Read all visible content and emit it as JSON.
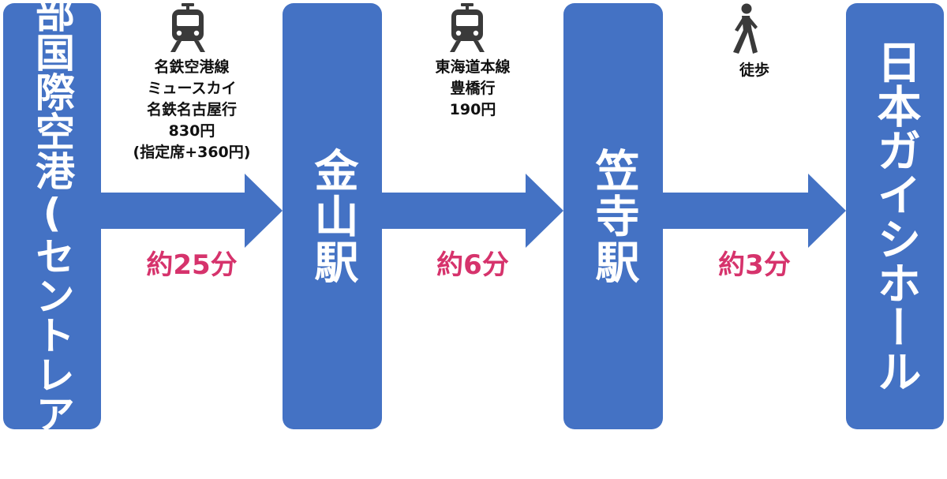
{
  "stations": [
    {
      "name": "中部国際空港(セントレア)"
    },
    {
      "name": "金山駅"
    },
    {
      "name": "笠寺駅"
    },
    {
      "name": "日本ガイシホール"
    }
  ],
  "legs": [
    {
      "mode_icon": "train-icon",
      "info_lines": [
        "名鉄空港線",
        "ミュースカイ",
        "名鉄名古屋行",
        "830円",
        "(指定席+360円)"
      ],
      "duration": "約25分"
    },
    {
      "mode_icon": "train-icon",
      "info_lines": [
        "東海道本線",
        "豊橋行",
        "190円"
      ],
      "duration": "約6分"
    },
    {
      "mode_icon": "walking-person-icon",
      "info_lines": [
        "徒歩"
      ],
      "duration": "約3分"
    }
  ],
  "colors": {
    "station_fill": "#4472c4",
    "arrow_fill": "#4472c4",
    "duration_text": "#d6336c",
    "icon": "#3a3a3a"
  }
}
